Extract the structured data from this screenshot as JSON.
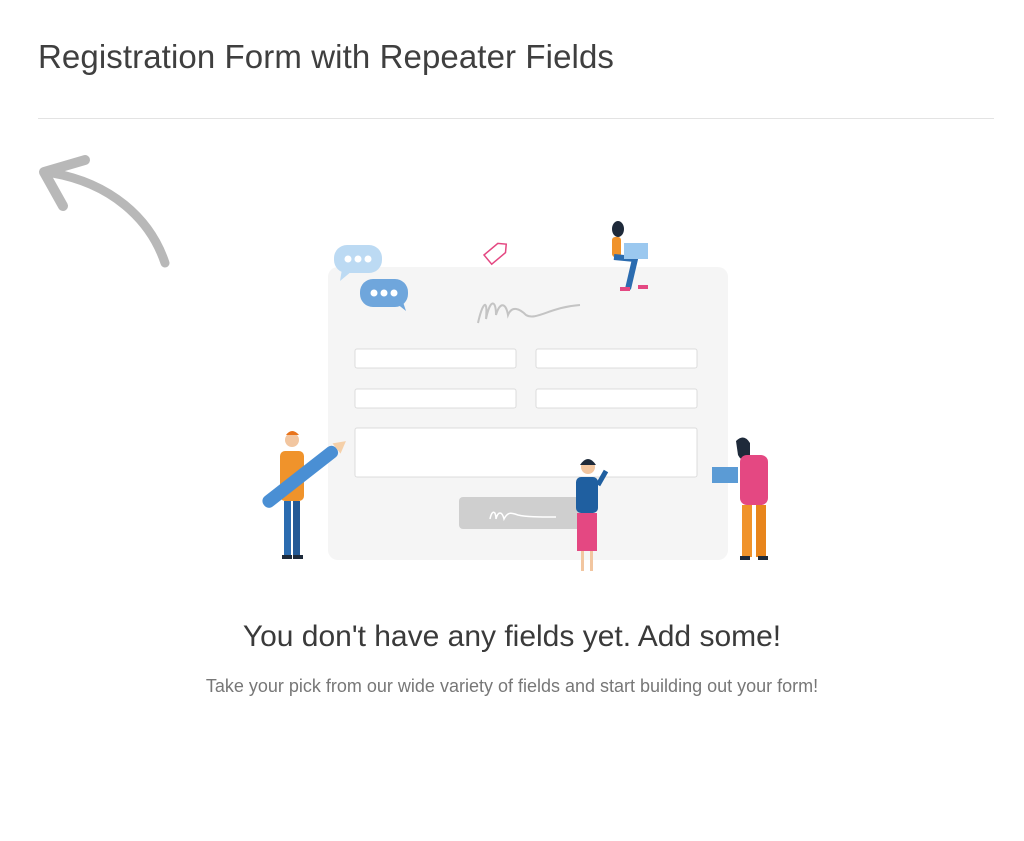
{
  "header": {
    "title": "Registration Form with Repeater Fields"
  },
  "empty_state": {
    "heading": "You don't have any fields yet. Add some!",
    "subtext": "Take your pick from our wide variety of fields and start building out your form!",
    "arrow_icon": "curved-arrow-up-left-icon",
    "illustration": "form-builder-people-illustration"
  },
  "colors": {
    "title_text": "#3f3f3f",
    "heading_text": "#3a3a3a",
    "subtext": "#777777",
    "divider": "#e3e3e3",
    "arrow": "#b8b8b8",
    "form_card": "#f5f5f5",
    "accent_blue": "#5b9bd5",
    "accent_pink": "#e44882",
    "accent_orange": "#f0932b"
  }
}
